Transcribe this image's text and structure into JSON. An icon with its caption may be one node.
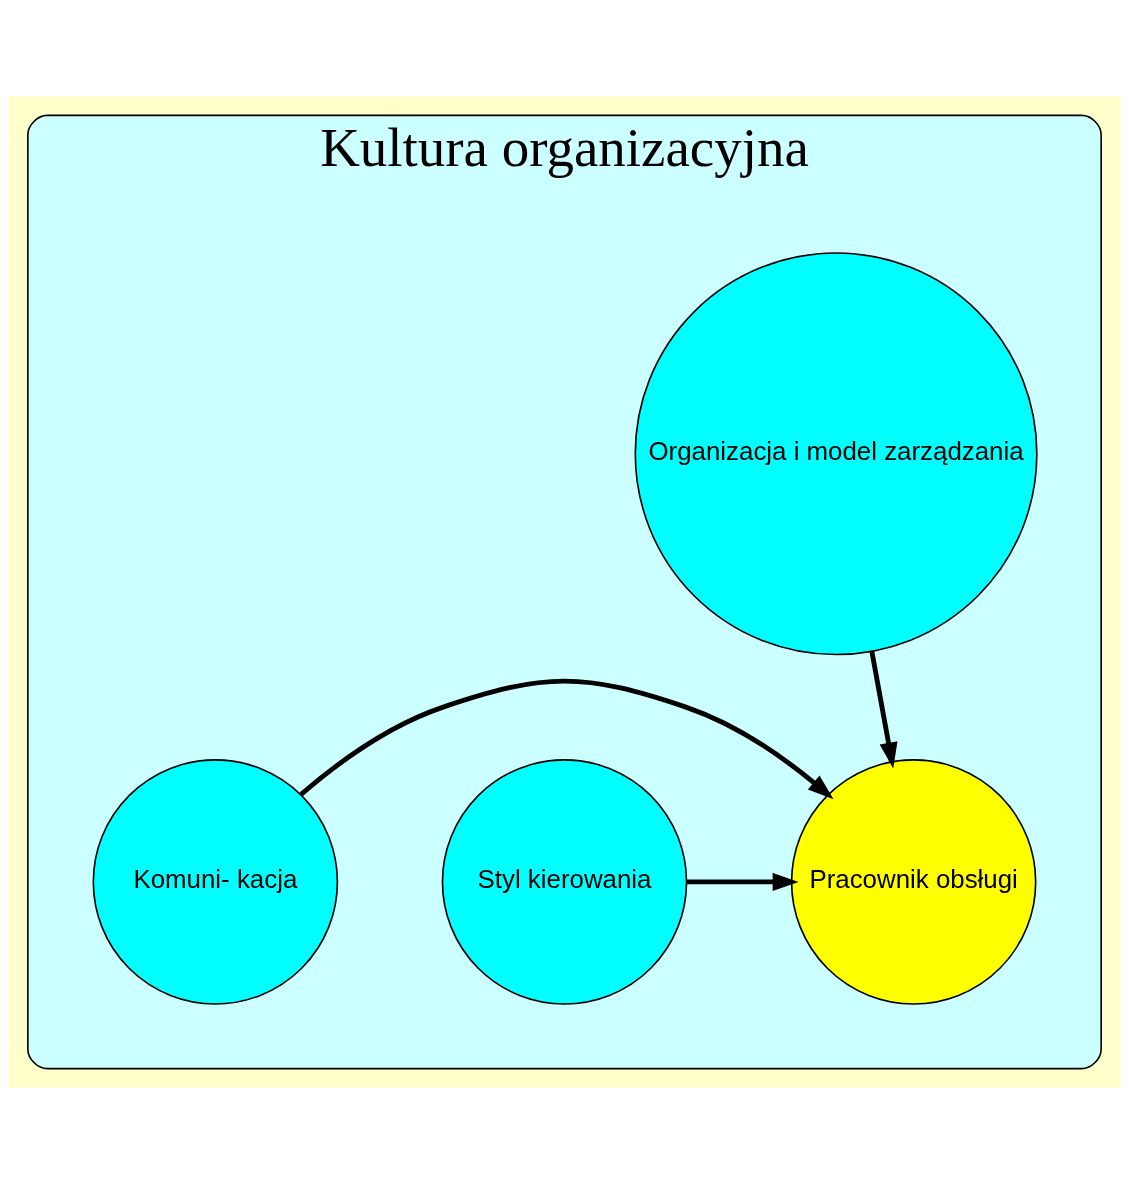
{
  "diagram": {
    "nodes": [
      {
        "text": [
          "Kultura organizacyjna"
        ]
      },
      {
        "text": [
          "Organizacja i model zarządzania"
        ],
        "in": 0
      },
      {
        "text": [
          "Pracownik obsługi"
        ],
        "in": 0
      },
      {
        "text": [
          "Styl kierowania"
        ],
        "in": 0
      },
      {
        "text": [
          "Komuni- kacja"
        ],
        "in": 0
      }
    ],
    "edges": [
      {
        "from": 1,
        "to": 2,
        "arrow": "to"
      },
      {
        "from": 3,
        "to": 2,
        "arrow": "to"
      },
      {
        "from": 4,
        "to": 2,
        "arrow": "to"
      }
    ]
  }
}
